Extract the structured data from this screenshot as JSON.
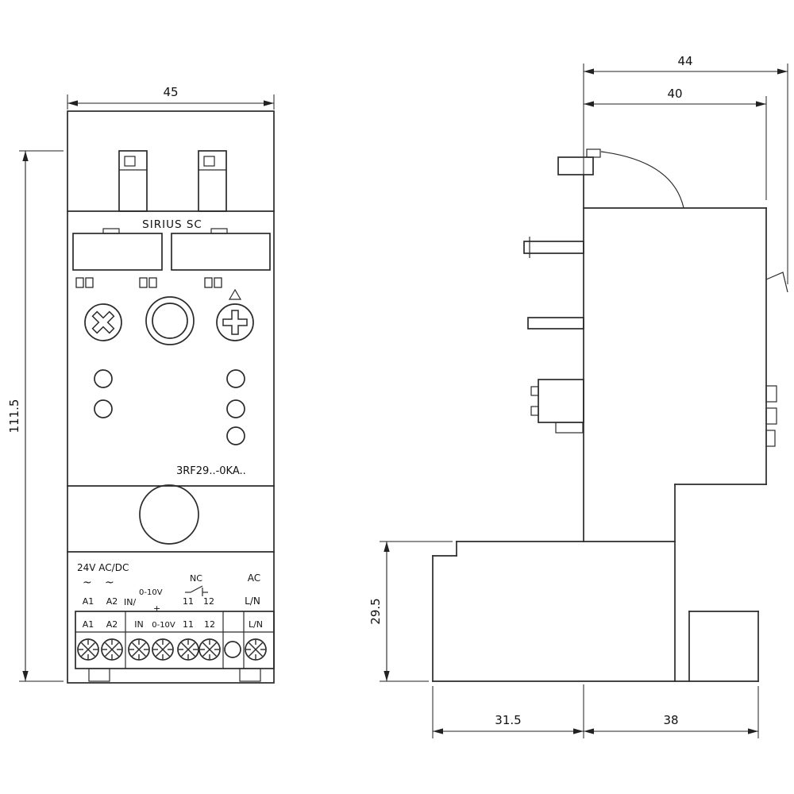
{
  "front": {
    "dim_width": "45",
    "dim_height": "111.5",
    "brand": "SIRIUS SC",
    "product_code": "3RF29..-0KA..",
    "legend": {
      "supply": "24V AC/DC",
      "tilde1": "~",
      "tilde2": "~",
      "a1": "A1",
      "a2": "A2",
      "in_prefix": "IN/",
      "in_range": "0-10V",
      "in_plus": "+",
      "nc": "NC",
      "t11": "11",
      "t12": "12",
      "ac": "AC",
      "ln": "L/N"
    },
    "block": {
      "a1": "A1",
      "a2": "A2",
      "in": "IN",
      "range": "0-10V",
      "t11": "11",
      "t12": "12",
      "ln": "L/N"
    }
  },
  "side": {
    "dim_total_depth": "44",
    "dim_body_depth": "40",
    "dim_lower_height": "29.5",
    "dim_lower_depth": "31.5",
    "dim_base_depth": "38"
  }
}
